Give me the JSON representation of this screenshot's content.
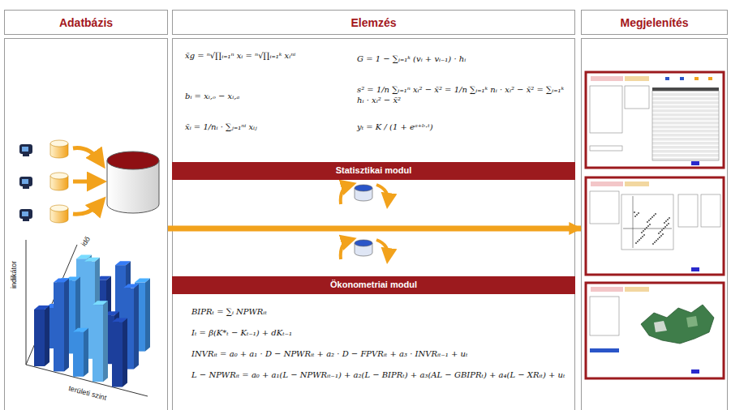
{
  "diagram": {
    "nodes": [
      {
        "text": [
          "Adatbázis"
        ]
      },
      {
        "text": [
          "Elemzés"
        ]
      },
      {
        "text": [
          "Megjelenítés"
        ]
      },
      {
        "text": [
          "Statisztikai modul"
        ],
        "in": 1
      },
      {
        "text": [
          "Ökonometriai modul"
        ],
        "in": 1
      }
    ],
    "edges": [
      {
        "from": 0,
        "to": 2,
        "arrow": "to"
      }
    ],
    "labels": [
      "x̄g = ⁿ√∏ᵢ₌₁ⁿ xᵢ = ⁿ√∏ᵢ₌₁ᵏ xᵢⁿⁱ",
      "G = 1 − ∑ᵢ₌₁ᵏ (vᵢ + vᵢ₋₁) · hᵢ",
      "bᵢ = xᵢ,ₒ − xᵢ,ₐ",
      "s² = 1/n ∑ᵢ₌₁ⁿ xᵢ² − x̄² = 1/n ∑ᵢ₌₁ᵏ nᵢ · xᵢ² − x̄² = ∑ᵢ₌₁ᵏ hᵢ · xᵢ² − x̄²",
      "x̄ᵢ = 1/nᵢ · ∑ⱼ₌₁ⁿⁱ xᵢⱼ",
      "yₜ = K / (1 + eᵃ⁺ᵇ·ᵗ)",
      "BIPRₜ = ∑ᵢ NPWRᵢₜ",
      "Iₜ = β(K*ₜ − Kₜ₋₁) + dKₜ₋₁",
      "INVRᵢₜ = a₀ + a₁ · D − NPWRᵢₜ + a₂ · D − FPVRᵢₜ + a₃ · INVRᵢₜ₋₁ + uₜ",
      "L − NPWRᵢₜ = a₀ + a₁(L − NPWRᵢₜ₋₁) + a₂(L − BIPRₜ) + a₃(AL − GBIPRₜ) + a₄(L − XRᵢₜ) + uₜ",
      "indikátor",
      "idő",
      "területi szint"
    ]
  }
}
